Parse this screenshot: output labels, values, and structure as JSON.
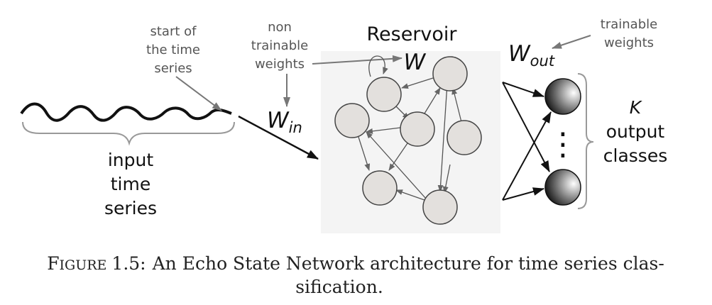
{
  "labels": {
    "start_line1": "start of",
    "start_line2": "the time",
    "start_line3": "series",
    "nontrain_line1": "non",
    "nontrain_line2": "trainable",
    "nontrain_line3": "weights",
    "train_line1": "trainable",
    "train_line2": "weights",
    "reservoir": "Reservoir",
    "w": "W",
    "w_in": "W",
    "w_in_sub": "in",
    "w_out": "W",
    "w_out_sub": "out",
    "input_line1": "input",
    "input_line2": "time",
    "input_line3": "series",
    "k": "K",
    "output_line1": "output",
    "output_line2": "classes",
    "dots": "⋮"
  },
  "caption": {
    "prefix_first": "F",
    "prefix_rest": "IGURE",
    "number": "1.5:",
    "line1": "An Echo State Network architecture for time series clas-",
    "line2": "sification."
  },
  "colors": {
    "node_fill": "#e3e0dd",
    "node_stroke": "#444444",
    "reservoir_bg": "#f4f4f4",
    "output_dark": "#111111",
    "output_light": "#ffffff"
  }
}
